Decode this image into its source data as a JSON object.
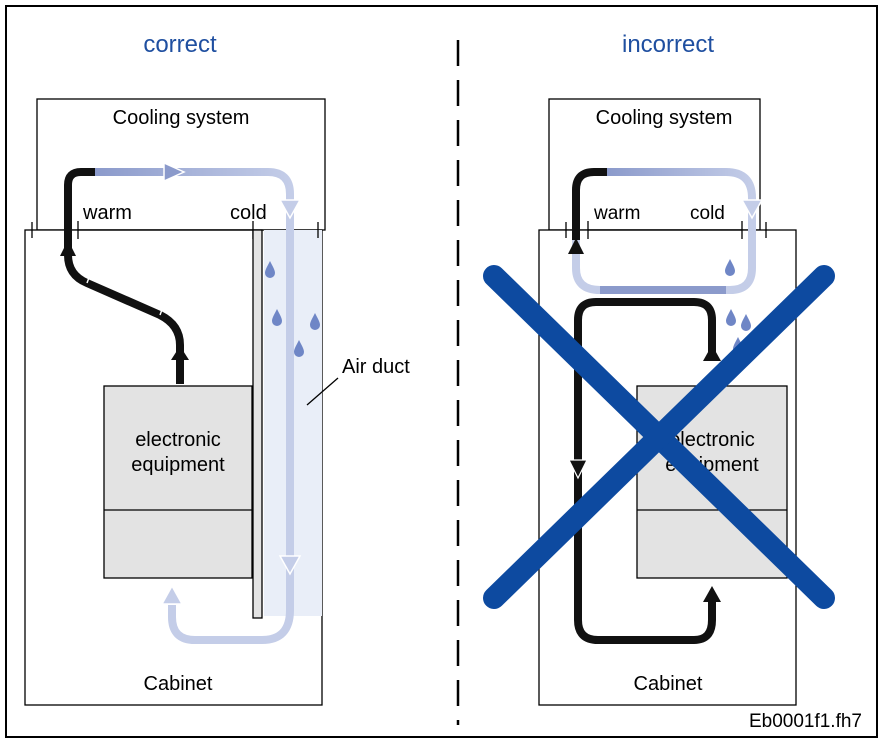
{
  "panels": {
    "correct": {
      "heading": "correct",
      "cooling_label": "Cooling system",
      "warm_label": "warm",
      "cold_label": "cold",
      "equipment_line1": "electronic",
      "equipment_line2": "equipment",
      "air_duct_label": "Air duct",
      "cabinet_label": "Cabinet"
    },
    "incorrect": {
      "heading": "incorrect",
      "cooling_label": "Cooling system",
      "warm_label": "warm",
      "cold_label": "cold",
      "equipment_line1": "electronic",
      "equipment_line2": "equipment",
      "cabinet_label": "Cabinet"
    }
  },
  "figure_id": "Eb0001f1.fh7",
  "colors": {
    "heading": "#1f4fa0",
    "cold_flow": "#c4cde8",
    "mid_flow": "#8b9acb",
    "warm_flow": "#111111",
    "duct_fill": "#e9eef8",
    "equipment_fill": "#e3e3e3",
    "cross": "#0d4aa0",
    "droplet": "#6f86c6"
  }
}
